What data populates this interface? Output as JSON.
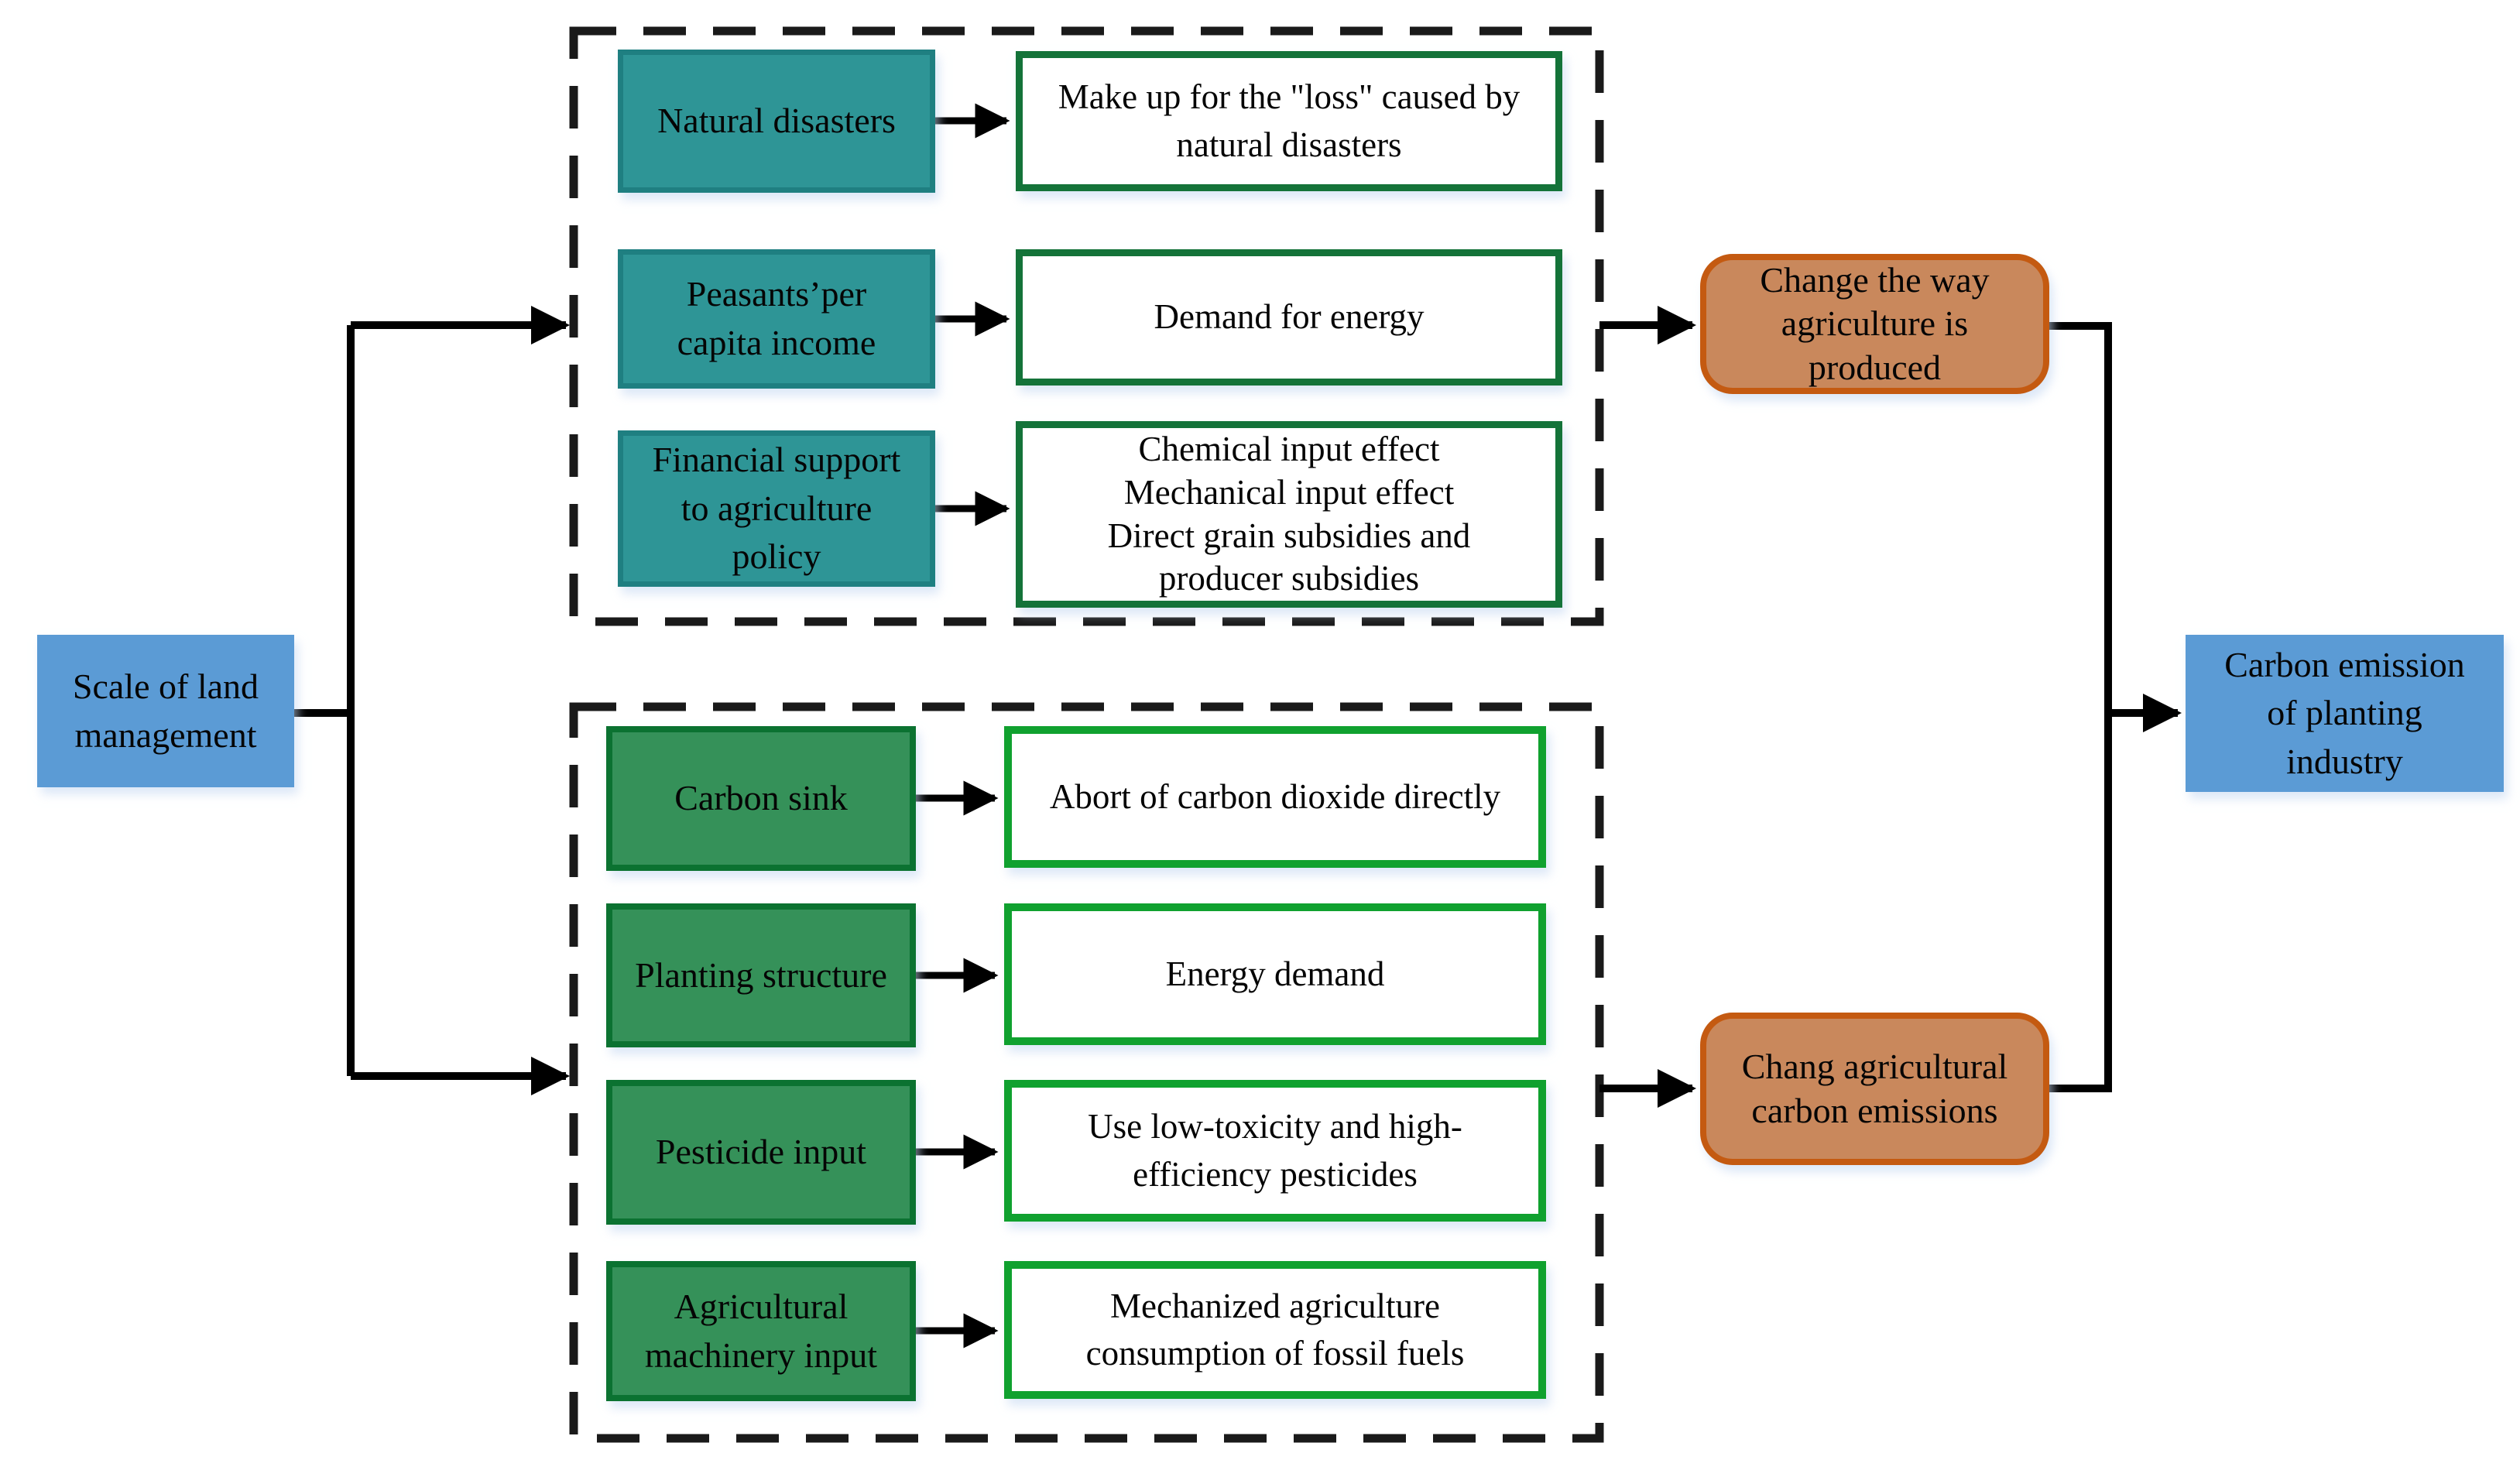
{
  "diagram": {
    "source_node": {
      "label": "Scale of land\nmanagement"
    },
    "sink_node": {
      "label": "Carbon emission\nof planting\nindustry"
    },
    "production_group": {
      "rows": [
        {
          "factor": "Natural disasters",
          "effect": "Make up for the \"loss\" caused by\nnatural disasters"
        },
        {
          "factor": "Peasants’per\ncapita income",
          "effect": "Demand for energy"
        },
        {
          "factor": "Financial support\nto agriculture\npolicy",
          "effect": "Chemical input effect\nMechanical input effect\nDirect grain subsidies and\nproducer subsidies"
        }
      ],
      "outcome": "Change the way\nagriculture is\nproduced"
    },
    "emission_group": {
      "rows": [
        {
          "factor": "Carbon sink",
          "effect": "Abort of carbon dioxide directly"
        },
        {
          "factor": "Planting structure",
          "effect": "Energy demand"
        },
        {
          "factor": "Pesticide input",
          "effect": "Use low-toxicity and high-\nefficiency pesticides"
        },
        {
          "factor": "Agricultural\nmachinery input",
          "effect": "Mechanized agriculture\nconsumption of fossil fuels"
        }
      ],
      "outcome": "Chang agricultural\ncarbon emissions"
    },
    "colors": {
      "node_blue": "#5B9BD5",
      "factor_teal": "#2E9596",
      "factor_teal_border": "#1F7F81",
      "factor_green": "#359159",
      "factor_green_border": "#0B7231",
      "effect_border_dark_green": "#147339",
      "effect_border_bright_green": "#10A12F",
      "outcome_orange": "#C9885C",
      "outcome_orange_border": "#C45A11",
      "connector_black": "#000000"
    }
  }
}
